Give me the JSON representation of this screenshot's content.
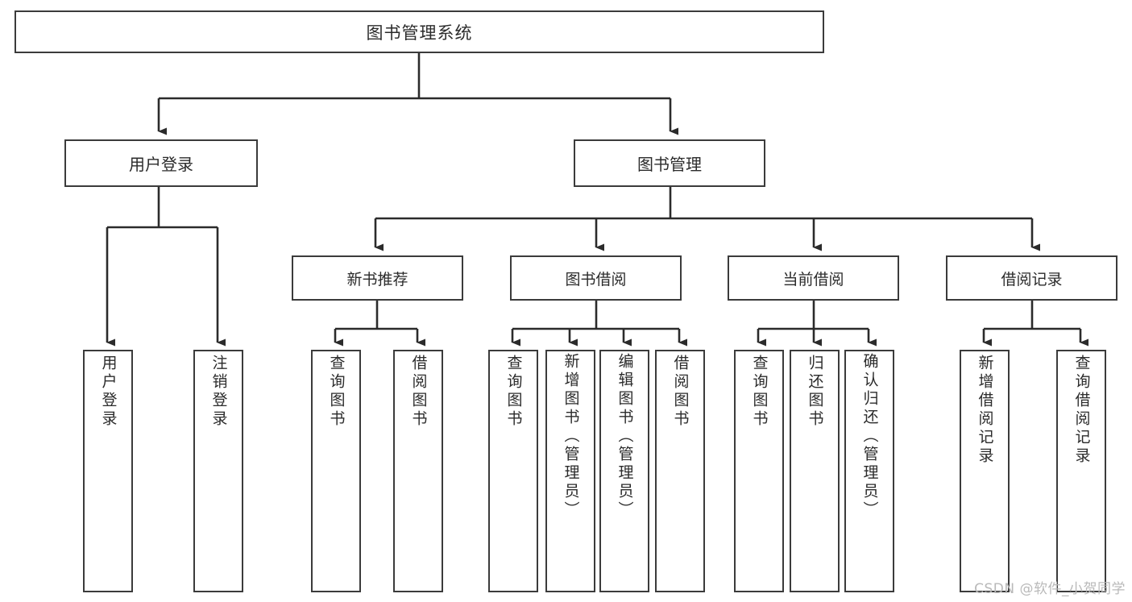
{
  "diagram": {
    "type": "tree-hierarchy",
    "title": "图书管理系统",
    "root": {
      "label": "图书管理系统"
    },
    "level2": [
      {
        "id": "user-login",
        "label": "用户登录"
      },
      {
        "id": "book-manage",
        "label": "图书管理"
      }
    ],
    "level3": [
      {
        "id": "new-book-rec",
        "label": "新书推荐"
      },
      {
        "id": "book-borrow",
        "label": "图书借阅"
      },
      {
        "id": "current-borrow",
        "label": "当前借阅"
      },
      {
        "id": "borrow-record",
        "label": "借阅记录"
      }
    ],
    "leaves": {
      "user_login": [
        {
          "id": "leaf-user-login",
          "label": "用户登录"
        },
        {
          "id": "leaf-logout",
          "label": "注销登录"
        }
      ],
      "new_book_rec": [
        {
          "id": "leaf-query-book-1",
          "label": "查询图书"
        },
        {
          "id": "leaf-borrow-book-1",
          "label": "借阅图书"
        }
      ],
      "book_borrow": [
        {
          "id": "leaf-query-book-2",
          "label": "查询图书"
        },
        {
          "id": "leaf-add-book",
          "label": "新增图书（管理员）"
        },
        {
          "id": "leaf-edit-book",
          "label": "编辑图书（管理员）"
        },
        {
          "id": "leaf-borrow-book-2",
          "label": "借阅图书"
        }
      ],
      "current_borrow": [
        {
          "id": "leaf-query-book-3",
          "label": "查询图书"
        },
        {
          "id": "leaf-return-book",
          "label": "归还图书"
        },
        {
          "id": "leaf-confirm-return",
          "label": "确认归还（管理员）"
        }
      ],
      "borrow_record": [
        {
          "id": "leaf-add-record",
          "label": "新增借阅记录"
        },
        {
          "id": "leaf-query-record",
          "label": "查询借阅记录"
        }
      ]
    }
  },
  "watermark": {
    "text": "CSDN @软件_小贺同学"
  },
  "colors": {
    "border": "#3b3b3b",
    "text": "#2b2b2b",
    "background": "#ffffff",
    "watermark": "#b9b9b9"
  }
}
